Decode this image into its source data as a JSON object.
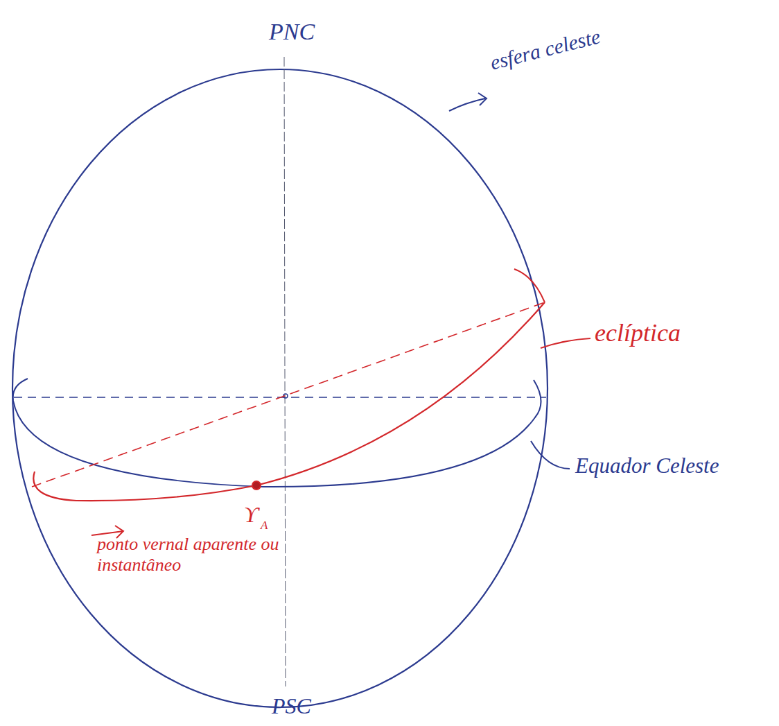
{
  "diagram": {
    "labels": [
      "PNC",
      "esfera celeste",
      "eclíptica",
      "Equador Celeste",
      "ϒ",
      "A",
      "ponto vernal aparente ou instantâneo",
      "PSC"
    ]
  }
}
